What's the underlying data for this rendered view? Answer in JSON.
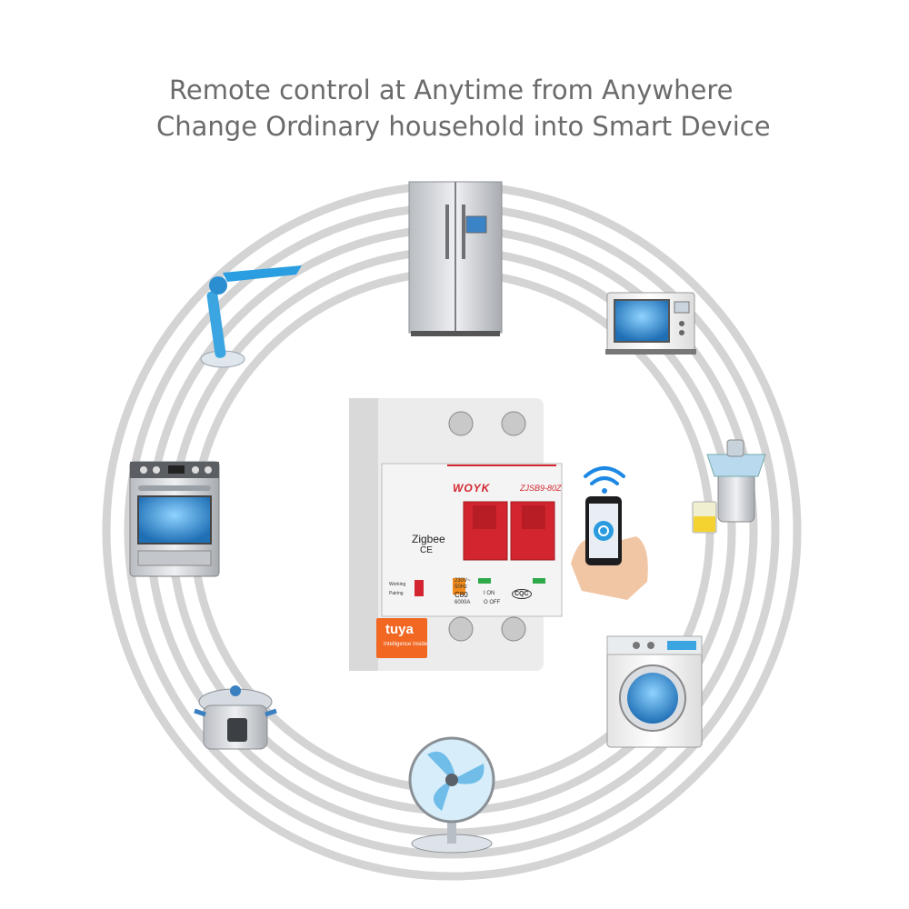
{
  "headline": {
    "line1": "Remote control at Anytime from Anywhere",
    "line2": "Change Ordinary household into Smart Device"
  },
  "breaker": {
    "brand": "WOYK",
    "model": "ZJSB9-80Z",
    "protocol": "Zigbee",
    "ce_mark": "CE",
    "rating_lines": [
      "230V~",
      "50Hz",
      "C80",
      "6000A"
    ],
    "on_label": "I ON",
    "off_label": "O OFF",
    "cert_mark": "CQC",
    "tuya_logo": "tuya",
    "tuya_sub": "Intelligence Inside",
    "status_labels": [
      "Working",
      "Pairing"
    ]
  },
  "colors": {
    "ring": "#d2d2d2",
    "headline_text": "#6b6b6b",
    "breaker_red": "#d3252f",
    "tuya_orange": "#f26722",
    "appliance_blue": "#2f8fd6",
    "wifi_blue": "#1e88e5"
  },
  "appliances": [
    "refrigerator-icon",
    "desk-lamp-icon",
    "microwave-icon",
    "oven-icon",
    "juicer-icon",
    "smartphone-icon",
    "washing-machine-icon",
    "rice-cooker-icon",
    "fan-icon"
  ]
}
